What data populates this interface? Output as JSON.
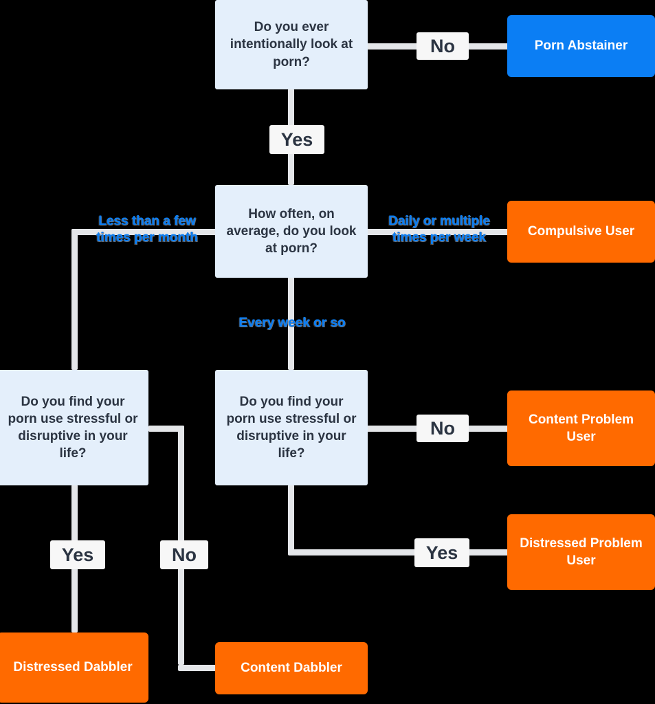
{
  "diagram": {
    "title": "Porn use typology flowchart",
    "colors": {
      "decision_bg": "#e4effb",
      "decision_text": "#2b3442",
      "outcome_blue": "#0b7ef4",
      "outcome_orange": "#ff6a00",
      "connector": "#e4e6e9",
      "label_blue": "#0b7ef4",
      "label_dark": "#2b3442",
      "background": "#000000"
    },
    "nodes": {
      "q1": {
        "text": "Do you ever intentionally look at porn?",
        "kind": "decision"
      },
      "q2": {
        "text": "How often, on average, do you look at porn?",
        "kind": "decision"
      },
      "q3_left": {
        "text": "Do you find your porn use stressful or disruptive in your life?",
        "kind": "decision"
      },
      "q3_center": {
        "text": "Do you find your porn use stressful or disruptive in your life?",
        "kind": "decision"
      },
      "abstainer": {
        "text": "Porn Abstainer",
        "kind": "outcome",
        "color": "blue"
      },
      "compulsive": {
        "text": "Compulsive User",
        "kind": "outcome",
        "color": "orange"
      },
      "content_problem": {
        "text": "Content Problem User",
        "kind": "outcome",
        "color": "orange"
      },
      "distressed_problem": {
        "text": "Distressed Problem User",
        "kind": "outcome",
        "color": "orange"
      },
      "distressed_dabbler": {
        "text": "Distressed Dabbler",
        "kind": "outcome",
        "color": "orange"
      },
      "content_dabbler": {
        "text": "Content Dabbler",
        "kind": "outcome",
        "color": "orange"
      }
    },
    "edge_labels": {
      "q1_no": "No",
      "q1_yes": "Yes",
      "q2_left": "Less than a few\ntimes per month",
      "q2_right": "Daily or multiple\ntimes per week",
      "q2_down": "Every week or so",
      "q3_center_no": "No",
      "q3_center_yes": "Yes",
      "q3_left_yes": "Yes",
      "q3_left_no": "No"
    }
  }
}
